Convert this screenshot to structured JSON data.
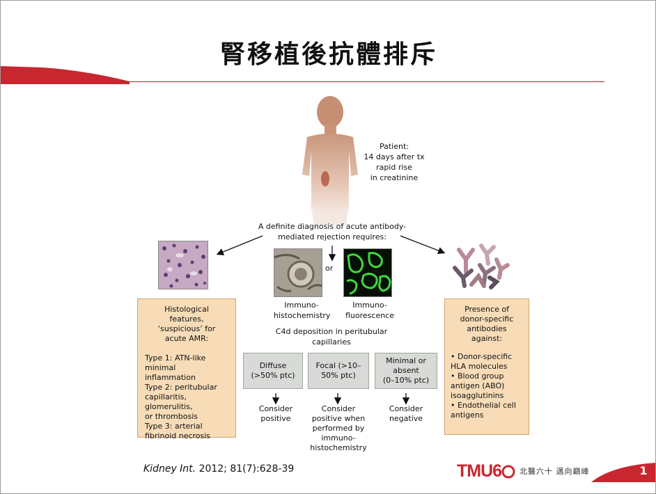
{
  "slide": {
    "title": "腎移植後抗體排斥",
    "page_number": "1",
    "citation_journal": "Kidney Int.",
    "citation_rest": " 2012; 81(7):628-39",
    "logo_text": "TMU6",
    "logo_slogan": "北醫六十  邁向巔峰",
    "accent_color": "#c8272f"
  },
  "diagram": {
    "patient": [
      "Patient:",
      "14 days after tx",
      "rapid rise",
      "in creatinine"
    ],
    "requirement": [
      "A definite diagnosis of acute antibody-",
      "mediated rejection requires:"
    ],
    "or_label": "or",
    "immuno_histo": [
      "Immuno-",
      "histochemistry"
    ],
    "immuno_fluor": [
      "Immuno-",
      "fluorescence"
    ],
    "c4d": [
      "C4d deposition in peritubular",
      "capillaries"
    ],
    "histo_box": {
      "header": [
        "Histological",
        "features,",
        "‘suspicious’ for",
        "acute AMR:"
      ],
      "items": [
        "Type 1: ATN-like",
        "minimal inflammation",
        "Type 2: peritubular",
        "capillaritis, glomerulitis,",
        "or thrombosis",
        "Type 3: arterial",
        "fibrinoid necrosis"
      ]
    },
    "dsa_box": {
      "header": [
        "Presence of",
        "donor-specific",
        "antibodies",
        "against:"
      ],
      "items": [
        "• Donor-specific",
        "HLA molecules",
        "• Blood group",
        "antigen (ABO)",
        "isoagglutinins",
        "• Endothelial cell",
        "antigens"
      ]
    },
    "grades": [
      {
        "label": [
          "Diffuse",
          "(>50% ptc)"
        ],
        "result": [
          "Consider",
          "positive"
        ]
      },
      {
        "label": [
          "Focal (>10–",
          "50% ptc)"
        ],
        "result": [
          "Consider",
          "positive when",
          "performed by",
          "immuno-",
          "histochemistry"
        ]
      },
      {
        "label": [
          "Minimal or",
          "absent",
          "(0–10% ptc)"
        ],
        "result": [
          "Consider",
          "negative"
        ]
      }
    ]
  }
}
